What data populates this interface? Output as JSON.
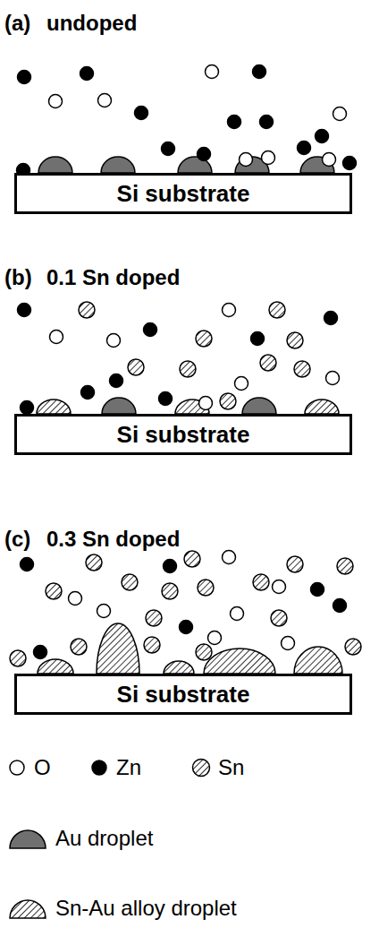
{
  "diagram": {
    "nodes": [
      {
        "text": [
          "Si substrate"
        ]
      },
      {
        "text": [
          "Si substrate"
        ]
      },
      {
        "text": [
          "Si substrate"
        ]
      }
    ],
    "labels": [
      "(a)",
      "undoped",
      "(b)",
      "0.1 Sn doped",
      "(c)",
      "0.3 Sn doped"
    ],
    "legend": [
      {
        "text": "O",
        "color": "#ffffff"
      },
      {
        "text": "Zn",
        "color": "#000000"
      },
      {
        "text": "Sn"
      },
      {
        "text": "Au droplet",
        "color": "#707070"
      },
      {
        "text": "Sn-Au alloy droplet"
      }
    ]
  }
}
